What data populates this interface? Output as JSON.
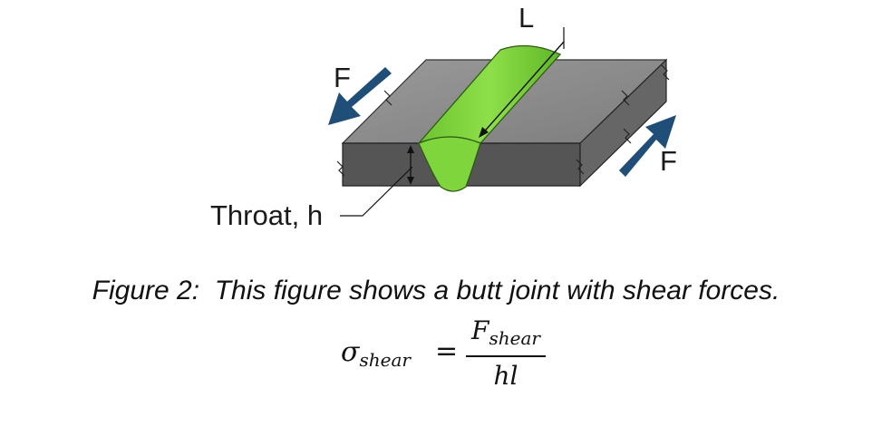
{
  "diagram": {
    "label_length": "L",
    "label_force_left": "F",
    "label_force_right": "F",
    "label_throat": "Throat, h"
  },
  "caption": "Figure 2:  This figure shows a butt joint with shear forces.",
  "equation": {
    "lhs_symbol": "σ",
    "lhs_subscript": "shear",
    "equals": "=",
    "numerator_symbol": "F",
    "numerator_subscript": "shear",
    "denominator": "hl"
  },
  "colors": {
    "plate_top": "#8c8c8c",
    "plate_front": "#5a5a5a",
    "plate_right": "#6b6b6b",
    "weld": "#7ed63c",
    "arrow": "#1f4e79"
  }
}
